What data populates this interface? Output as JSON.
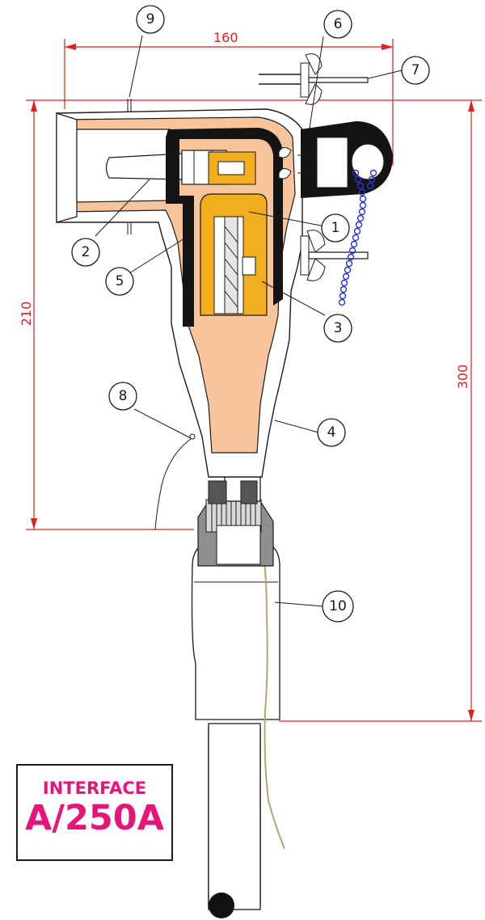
{
  "dimensions": {
    "width_label": "160",
    "height_label": "210",
    "total_height_label": "300"
  },
  "callouts": [
    "1",
    "2",
    "3",
    "4",
    "5",
    "6",
    "7",
    "8",
    "9",
    "10"
  ],
  "label": {
    "line1": "INTERFACE",
    "line2": "A/250A"
  },
  "colors": {
    "dimension": "#e0201c",
    "insulation": "#f7c49c",
    "conductor": "#f2ae1e",
    "screen": "#141414",
    "label_text": "#e6157a",
    "chain": "#2a35c9"
  }
}
